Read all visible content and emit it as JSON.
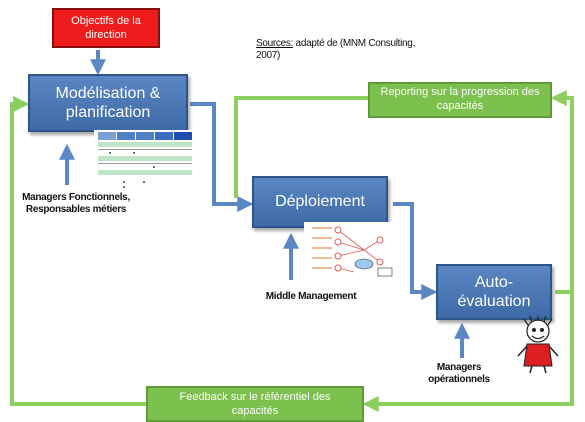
{
  "boxes": {
    "objectifs": "Objectifs de la direction",
    "modelisation": "Modélisation & planification",
    "deploiement": "Déploiement",
    "auto_evaluation": "Auto-évaluation",
    "reporting": "Reporting sur la progression des capacités",
    "feedback": "Feedback sur le référentiel des capacités"
  },
  "labels": {
    "sources_prefix": "Sources:",
    "sources_rest": " adapté de (MNM Consulting, 2007)",
    "managers_fonctionnels": "Managers Fonctionnels, Responsables métiers",
    "middle_management": "Middle Management",
    "managers_operationnels": "Managers opérationnels"
  },
  "colors": {
    "blue_box": "#4a76b5",
    "green_box": "#7cc04e",
    "red_box": "#ee1c1c",
    "arrow_blue": "#5b87c5",
    "arrow_green": "#8ccf5e"
  },
  "icons": {
    "table": "spreadsheet-thumbnail",
    "network": "network-diagram-thumbnail",
    "character": "cartoon-character-icon"
  }
}
